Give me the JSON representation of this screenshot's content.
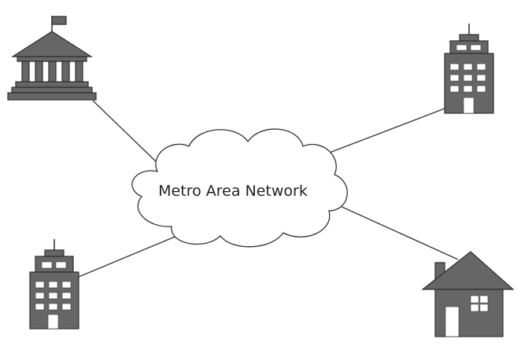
{
  "network": {
    "label": "Metro Area Network"
  },
  "nodes": [
    {
      "id": "government-building",
      "icon": "government-building-icon"
    },
    {
      "id": "office-tower-top-right",
      "icon": "office-building-icon"
    },
    {
      "id": "office-tower-bottom-left",
      "icon": "office-building-icon"
    },
    {
      "id": "house-bottom-right",
      "icon": "house-icon"
    }
  ],
  "links": [
    {
      "from": "government-building",
      "to": "cloud"
    },
    {
      "from": "office-tower-top-right",
      "to": "cloud"
    },
    {
      "from": "office-tower-bottom-left",
      "to": "cloud"
    },
    {
      "from": "house-bottom-right",
      "to": "cloud"
    }
  ],
  "colors": {
    "building_fill": "#666666",
    "outline": "#2e2e2e",
    "window": "#ffffff",
    "line": "#3a3a3a",
    "background": "#ffffff"
  }
}
